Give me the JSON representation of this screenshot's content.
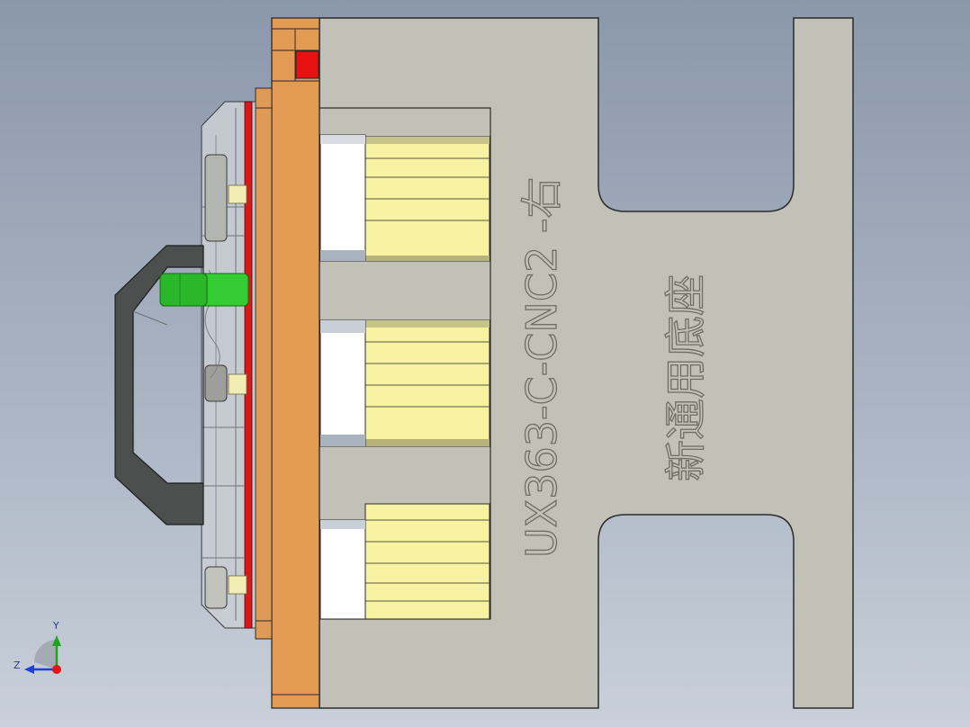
{
  "viewport": {
    "kind": "cad-3d-viewport",
    "background_top": "#8b98ab",
    "background_bottom": "#c9d0da"
  },
  "part": {
    "engraving_model": "UX363-C-CNC2 -右",
    "engraving_desc": "新通用底座",
    "plate_color": "#c2c1b7",
    "edge_color": "#2b2b2b"
  },
  "components": {
    "mount_plate_color": "#e39a52",
    "red_marker_color": "#e81010",
    "yellow_block_color": "#f6f2a2",
    "white_block_color": "#ffffff",
    "green_pin_color": "#33cc33",
    "handle_color": "#4b4f4d",
    "clamp_glass_color": "#c9cdd3",
    "red_strip_color": "#d41a1a"
  },
  "triad": {
    "y_label": "Y",
    "z_label": "Z",
    "y_color": "#1aa51a",
    "z_color": "#1f3fd6",
    "x_color": "#e51515"
  }
}
